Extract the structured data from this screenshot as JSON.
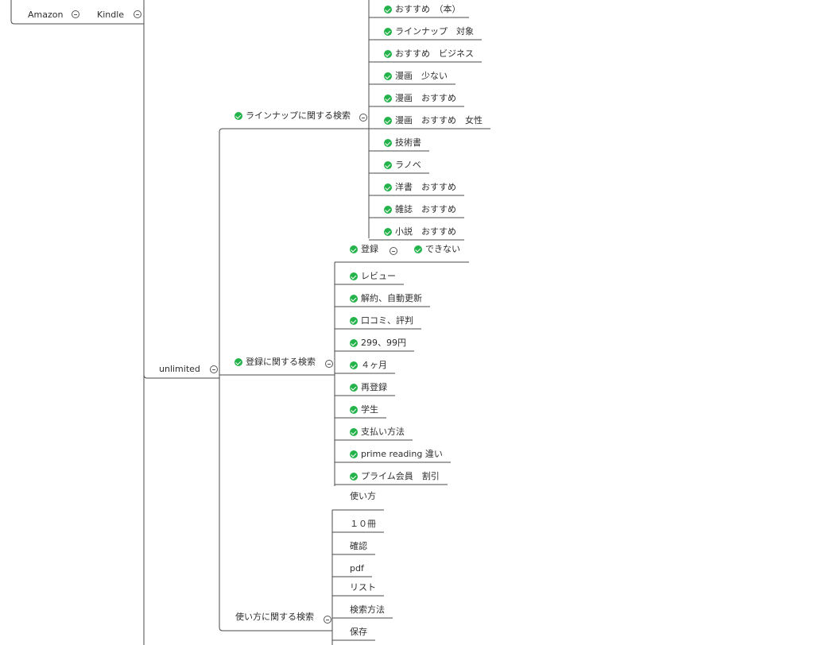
{
  "colors": {
    "line": "#4a4a4a",
    "check": "#23b34a",
    "text": "#2e2e2e"
  },
  "icons": {
    "check": "check-circle-icon",
    "collapse": "collapse-minus-icon"
  },
  "top": {
    "amazon": "Amazon",
    "kindle": "Kindle"
  },
  "unlimited": {
    "label": "unlimited"
  },
  "lineup": {
    "label": "ラインナップに関する検索",
    "items": [
      "おすすめ　（本）",
      "ラインナップ　対象",
      "おすすめ　ビジネス",
      "漫画　少ない",
      "漫画　おすすめ",
      "漫画　おすすめ　女性",
      "技術書",
      "ラノベ",
      "洋書　おすすめ",
      "雑誌　おすすめ",
      "小説　おすすめ"
    ]
  },
  "register": {
    "label": "登録に関する検索",
    "first": {
      "label": "登録",
      "child": "できない"
    },
    "items": [
      "レビュー",
      "解約、自動更新",
      "口コミ、評判",
      "299、99円",
      "４ヶ月",
      "再登録",
      "学生",
      "支払い方法",
      "prime reading 違い",
      "プライム会員　割引"
    ]
  },
  "usage": {
    "label": "使い方に関する検索",
    "items": [
      "使い方",
      "１０冊",
      "確認",
      "pdf",
      "リスト",
      "検索方法",
      "保存"
    ]
  }
}
